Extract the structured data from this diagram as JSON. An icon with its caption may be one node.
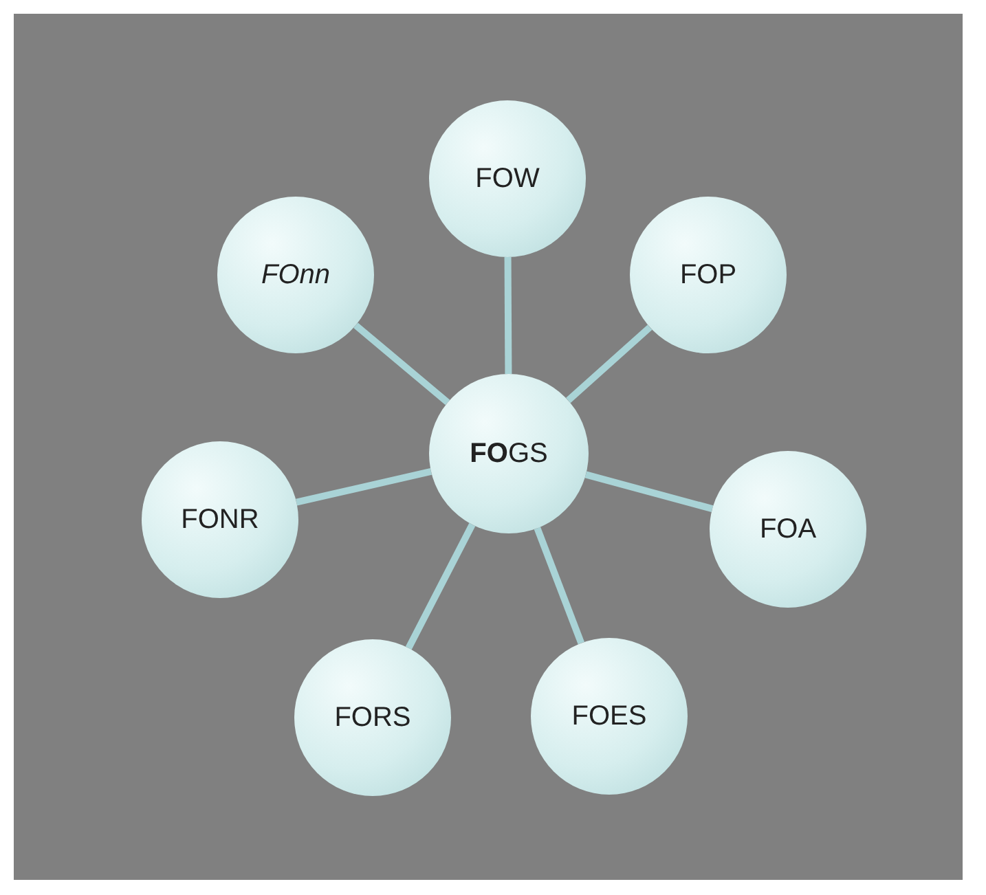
{
  "diagram": {
    "nodes": [
      {
        "text": [
          "FOW"
        ]
      },
      {
        "text": [
          "FOnn"
        ]
      },
      {
        "text": [
          "FOP"
        ]
      },
      {
        "text": [
          "**FO**GS"
        ]
      },
      {
        "text": [
          "FONR"
        ]
      },
      {
        "text": [
          "FOA"
        ]
      },
      {
        "text": [
          "FORS"
        ]
      },
      {
        "text": [
          "FOES"
        ]
      }
    ],
    "edges": [
      {
        "from": 3,
        "to": 0,
        "arrow": "none"
      },
      {
        "from": 3,
        "to": 1,
        "arrow": "none"
      },
      {
        "from": 3,
        "to": 2,
        "arrow": "none"
      },
      {
        "from": 3,
        "to": 4,
        "arrow": "none"
      },
      {
        "from": 3,
        "to": 5,
        "arrow": "none"
      },
      {
        "from": 3,
        "to": 6,
        "arrow": "none"
      },
      {
        "from": 3,
        "to": 7,
        "arrow": "none"
      }
    ]
  }
}
